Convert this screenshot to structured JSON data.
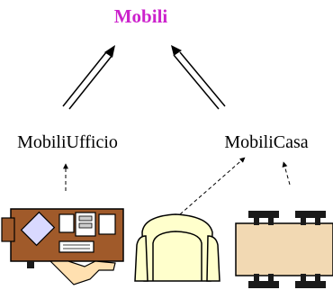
{
  "diagram": {
    "root": {
      "label": "Mobili",
      "color": "#cc22cc"
    },
    "children": [
      {
        "label": "MobiliUfficio"
      },
      {
        "label": "MobiliCasa"
      }
    ]
  },
  "colors": {
    "desk_fill": "#a05a2a",
    "chair_fill": "#ffffcc",
    "table_fill": "#f2d9b3",
    "table_legs": "#1a1a1a",
    "person_fill": "#ffe0b0"
  },
  "icons": [
    "office-desk-icon",
    "armchair-icon",
    "dining-table-icon"
  ]
}
